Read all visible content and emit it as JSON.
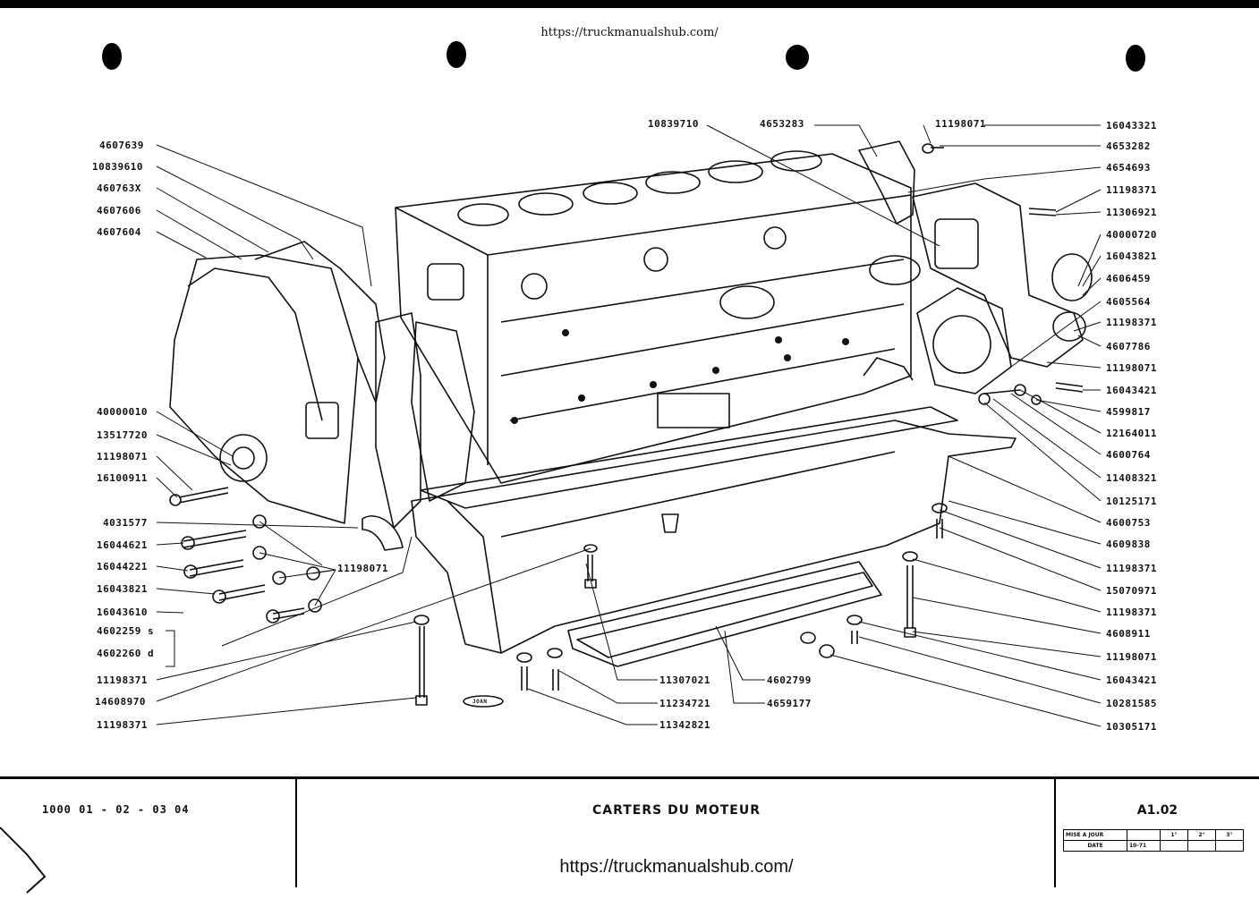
{
  "header": {
    "url": "https://truckmanualshub.com/"
  },
  "callouts_left": [
    "4607639",
    "10839610",
    "460763X",
    "4607606",
    "4607604",
    "40000010",
    "13517720",
    "11198071",
    "16100911",
    "4031577",
    "16044621",
    "16044221",
    "16043821",
    "16043610",
    "4602259  s",
    "4602260  d",
    "11198371",
    "14608970",
    "11198371"
  ],
  "callouts_top": [
    "10839710",
    "4653283",
    "11198071"
  ],
  "callouts_right": [
    "16043321",
    "4653282",
    "4654693",
    "11198371",
    "11306921",
    "40000720",
    "16043821",
    "4606459",
    "4605564",
    "11198371",
    "4607786",
    "11198071",
    "16043421",
    "4599817",
    "12164011",
    "4600764",
    "11408321",
    "10125171",
    "4600753",
    "4609838",
    "11198371",
    "15070971",
    "11198371",
    "4608911",
    "11198071",
    "16043421",
    "10281585",
    "10305171"
  ],
  "callouts_bottom": [
    "11307021",
    "11234721",
    "11342821",
    "4602799",
    "4659177"
  ],
  "callout_middle": "11198071",
  "stamp": "JOAN",
  "footer": {
    "reference": "1000  01 - 02 - 03   04",
    "title": "CARTERS DU MOTEUR",
    "url": "https://truckmanualshub.com/",
    "sheet": "A1.02",
    "rev_labels": [
      "MISE A JOUR",
      "DATE"
    ],
    "rev_cols": [
      "1°",
      "2°",
      "3°"
    ],
    "date_value": "10-71"
  }
}
